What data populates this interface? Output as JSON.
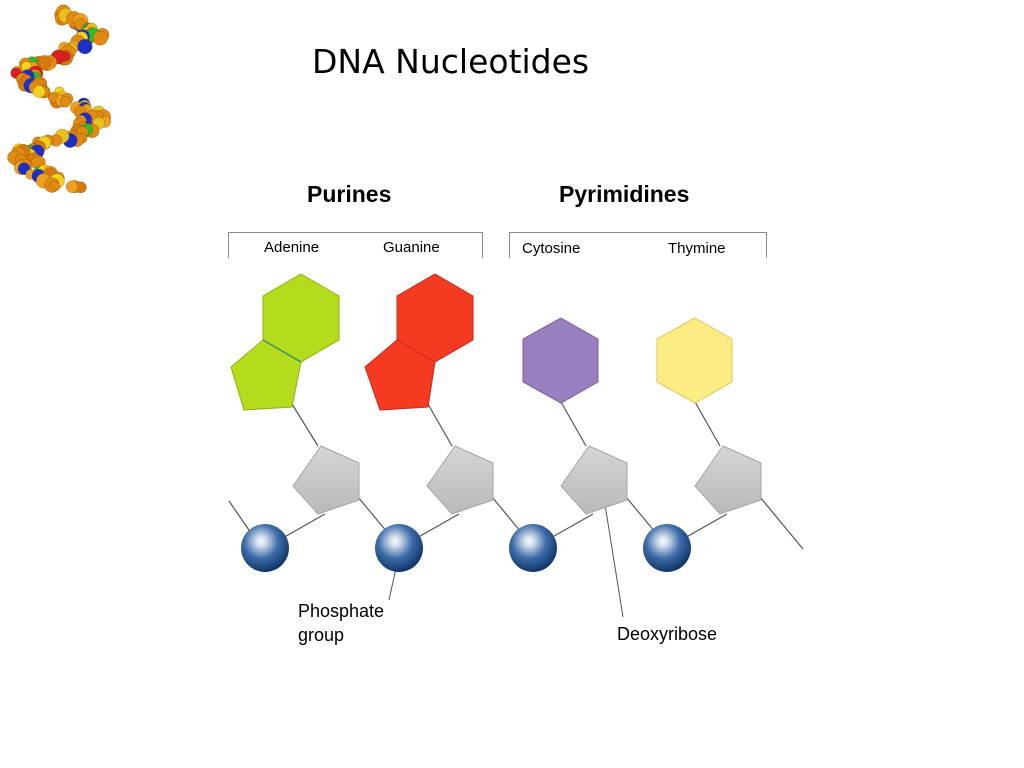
{
  "slide": {
    "title": "DNA Nucleotides"
  },
  "groups": {
    "purines": {
      "heading": "Purines",
      "bases": [
        "Adenine",
        "Guanine"
      ]
    },
    "pyrimidines": {
      "heading": "Pyrimidines",
      "bases": [
        "Cytosine",
        "Thymine"
      ]
    }
  },
  "nucleotides": [
    {
      "base": "Adenine",
      "ring": "double",
      "color": "#b5dc1c"
    },
    {
      "base": "Guanine",
      "ring": "double",
      "color": "#f43b22"
    },
    {
      "base": "Cytosine",
      "ring": "single",
      "color": "#9a7fbe"
    },
    {
      "base": "Thymine",
      "ring": "single",
      "color": "#fcec84"
    }
  ],
  "callouts": {
    "phosphate": "Phosphate group",
    "deoxyribose": "Deoxyribose"
  },
  "colors": {
    "sugar": "#c8c8c6",
    "phosphate": "#1f5592",
    "bond": "#555555"
  },
  "icons": {
    "logo": "dna-double-helix-icon"
  }
}
